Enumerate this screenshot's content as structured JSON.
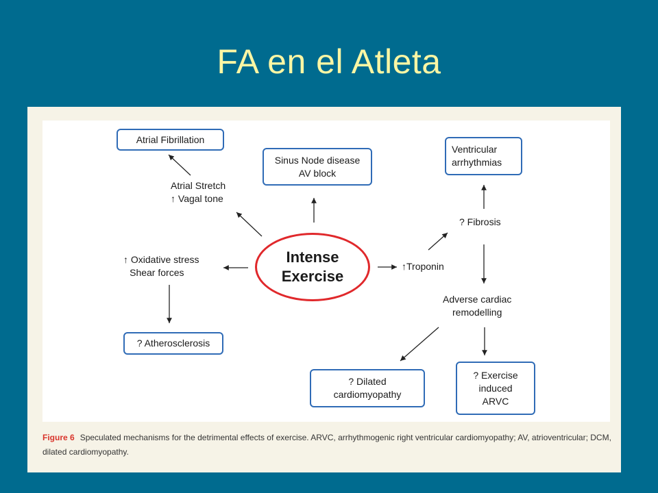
{
  "slide": {
    "title": "FA en el Atleta"
  },
  "diagram": {
    "center": [
      "Intense",
      "Exercise"
    ],
    "nodes": {
      "atrial_fibrillation": [
        "Atrial Fibrillation"
      ],
      "sinus_node": [
        "Sinus Node disease",
        "AV block"
      ],
      "ventricular_arrhythmias": [
        "Ventricular",
        "arrhythmias"
      ],
      "atherosclerosis": [
        "? Atherosclerosis"
      ],
      "dilated_cardiomyopathy": [
        "? Dilated",
        "cardiomyopathy"
      ],
      "exercise_arvc": [
        "? Exercise",
        "induced",
        "ARVC"
      ]
    },
    "labels": {
      "atrial_stretch": [
        "Atrial Stretch",
        "↑  Vagal tone"
      ],
      "oxidative_stress": [
        "↑  Oxidative stress",
        "Shear forces"
      ],
      "troponin": [
        "↑Troponin"
      ],
      "fibrosis": [
        "? Fibrosis"
      ],
      "adverse_remodelling": [
        "Adverse cardiac",
        "remodelling"
      ]
    }
  },
  "caption": {
    "figure_label": "Figure 6",
    "text": "Speculated mechanisms for the detrimental effects of exercise. ARVC, arrhythmogenic right ventricular cardiomyopathy; AV, atrioventricular; DCM, dilated cardiomyopathy."
  }
}
